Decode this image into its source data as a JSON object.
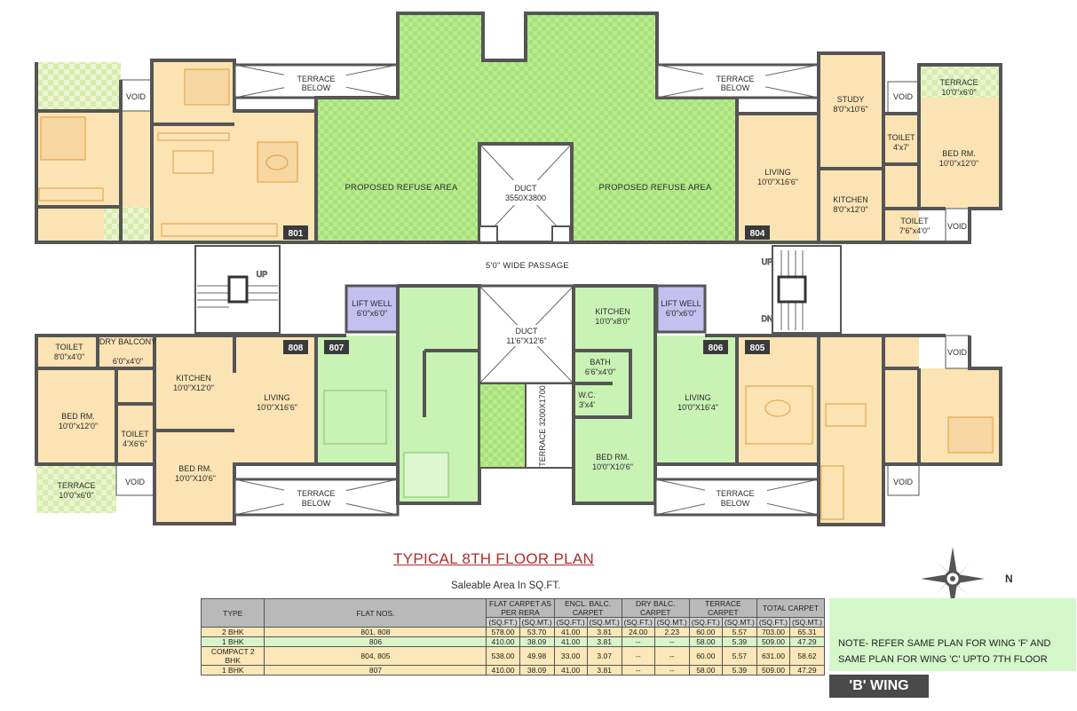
{
  "plan": {
    "title": "TYPICAL 8TH FLOOR PLAN",
    "subtitle": "Saleable Area In SQ.FT.",
    "passage": "5'0\" WIDE PASSAGE",
    "refuse_left": "PROPOSED REFUSE AREA",
    "refuse_right": "PROPOSED REFUSE AREA",
    "duct_top": {
      "name": "DUCT",
      "size": "3550X3800"
    },
    "duct_mid": {
      "name": "DUCT",
      "size": "11'6\"X12'6\""
    },
    "terrace_vertical": "TERRACE 3200X1700",
    "terrace_below": "TERRACE BELOW",
    "void": "VOID",
    "up": "UP",
    "dn": "DN",
    "flats": {
      "f801": "801",
      "f804": "804",
      "f805": "805",
      "f806": "806",
      "f807": "807",
      "f808": "808"
    },
    "rooms": {
      "study": {
        "name": "STUDY",
        "size": "8'0\"x10'6\""
      },
      "terrace_804": {
        "name": "TERRACE",
        "size": "10'0\"x6'0\""
      },
      "toilet_804a": {
        "name": "TOILET",
        "size": "4'x7'"
      },
      "bed_804": {
        "name": "BED RM.",
        "size": "10'0\"x12'0\""
      },
      "living_804": {
        "name": "LIVING",
        "size": "10'0\"X16'6\""
      },
      "kitchen_804": {
        "name": "KITCHEN",
        "size": "8'0\"x12'0\""
      },
      "toilet_804b": {
        "name": "TOILET",
        "size": "7'6\"x4'0\""
      },
      "toilet_808": {
        "name": "TOILET",
        "size": "8'0\"x4'0\""
      },
      "dry_balcony": {
        "name": "DRY BALCONY",
        "size": "6'0\"x4'0\""
      },
      "kitchen_808": {
        "name": "KITCHEN",
        "size": "10'0\"X12'0\""
      },
      "living_808": {
        "name": "LIVING",
        "size": "10'0\"X16'6\""
      },
      "bed_808a": {
        "name": "BED RM.",
        "size": "10'0\"x12'0\""
      },
      "toilet_808b": {
        "name": "TOILET",
        "size": "4'X6'6\""
      },
      "bed_808b": {
        "name": "BED RM.",
        "size": "10'0\"X10'6\""
      },
      "terrace_808": {
        "name": "TERRACE",
        "size": "10'0\"x6'0\""
      },
      "lift_left": {
        "name": "LIFT WELL",
        "size": "6'0\"x6'0\""
      },
      "lift_right": {
        "name": "LIFT WELL",
        "size": "6'0\"x6'0\""
      },
      "kitchen_806": {
        "name": "KITCHEN",
        "size": "10'0\"x8'0\""
      },
      "bath_806": {
        "name": "BATH",
        "size": "6'6\"x4'0\""
      },
      "wc_806": {
        "name": "W.C.",
        "size": "3'x4'"
      },
      "living_806": {
        "name": "LIVING",
        "size": "10'0\"X16'4\""
      },
      "bed_806": {
        "name": "BED RM.",
        "size": "10'0\"X10'6\""
      }
    }
  },
  "table": {
    "headers": {
      "type": "TYPE",
      "flat_nos": "FLAT NOS.",
      "flat_carpet": "FLAT CARPET AS PER RERA",
      "encl_balc": "ENCL. BALC. CARPET",
      "dry_balc": "DRY BALC. CARPET",
      "terrace": "TERRACE CARPET",
      "total": "TOTAL CARPET"
    },
    "units": [
      "(SQ.FT.)",
      "(SQ.MT.)",
      "(SQ.FT.)",
      "(SQ.MT.)",
      "(SQ.FT.)",
      "(SQ.MT.)",
      "(SQ.FT.)",
      "(SQ.MT.)",
      "(SQ.FT.)",
      "(SQ.MT.)"
    ],
    "rows": [
      {
        "type": "2 BHK",
        "flats": "801, 808",
        "fc_ft": "578.00",
        "fc_mt": "53.70",
        "eb_ft": "41.00",
        "eb_mt": "3.81",
        "db_ft": "24.00",
        "db_mt": "2.23",
        "tr_ft": "60.00",
        "tr_mt": "5.57",
        "tot_ft": "703.00",
        "tot_mt": "65.31"
      },
      {
        "type": "1 BHK",
        "flats": "806",
        "fc_ft": "410.00",
        "fc_mt": "38.09",
        "eb_ft": "41.00",
        "eb_mt": "3.81",
        "db_ft": "--",
        "db_mt": "--",
        "tr_ft": "58.00",
        "tr_mt": "5.39",
        "tot_ft": "509.00",
        "tot_mt": "47.29"
      },
      {
        "type": "COMPACT 2 BHK",
        "flats": "804, 805",
        "fc_ft": "538.00",
        "fc_mt": "49.98",
        "eb_ft": "33.00",
        "eb_mt": "3.07",
        "db_ft": "--",
        "db_mt": "--",
        "tr_ft": "60.00",
        "tr_mt": "5.57",
        "tot_ft": "631.00",
        "tot_mt": "58.62"
      },
      {
        "type": "1 BHK",
        "flats": "807",
        "fc_ft": "410.00",
        "fc_mt": "38.09",
        "eb_ft": "41.00",
        "eb_mt": "3.81",
        "db_ft": "--",
        "db_mt": "--",
        "tr_ft": "58.00",
        "tr_mt": "5.39",
        "tot_ft": "509.00",
        "tot_mt": "47.29"
      }
    ]
  },
  "note": {
    "line1": "NOTE- REFER SAME PLAN FOR WING 'F' AND",
    "line2": "SAME PLAN FOR WING 'C' UPTO 7TH FLOOR"
  },
  "wing": "'B' WING",
  "compass": "N",
  "colors": {
    "flat_beige": "#fbe3b3",
    "flat_green": "#c9f2b5",
    "refuse_green": "#b5ea8c",
    "lift_purple": "#c4c0f0",
    "wall": "#555555"
  }
}
